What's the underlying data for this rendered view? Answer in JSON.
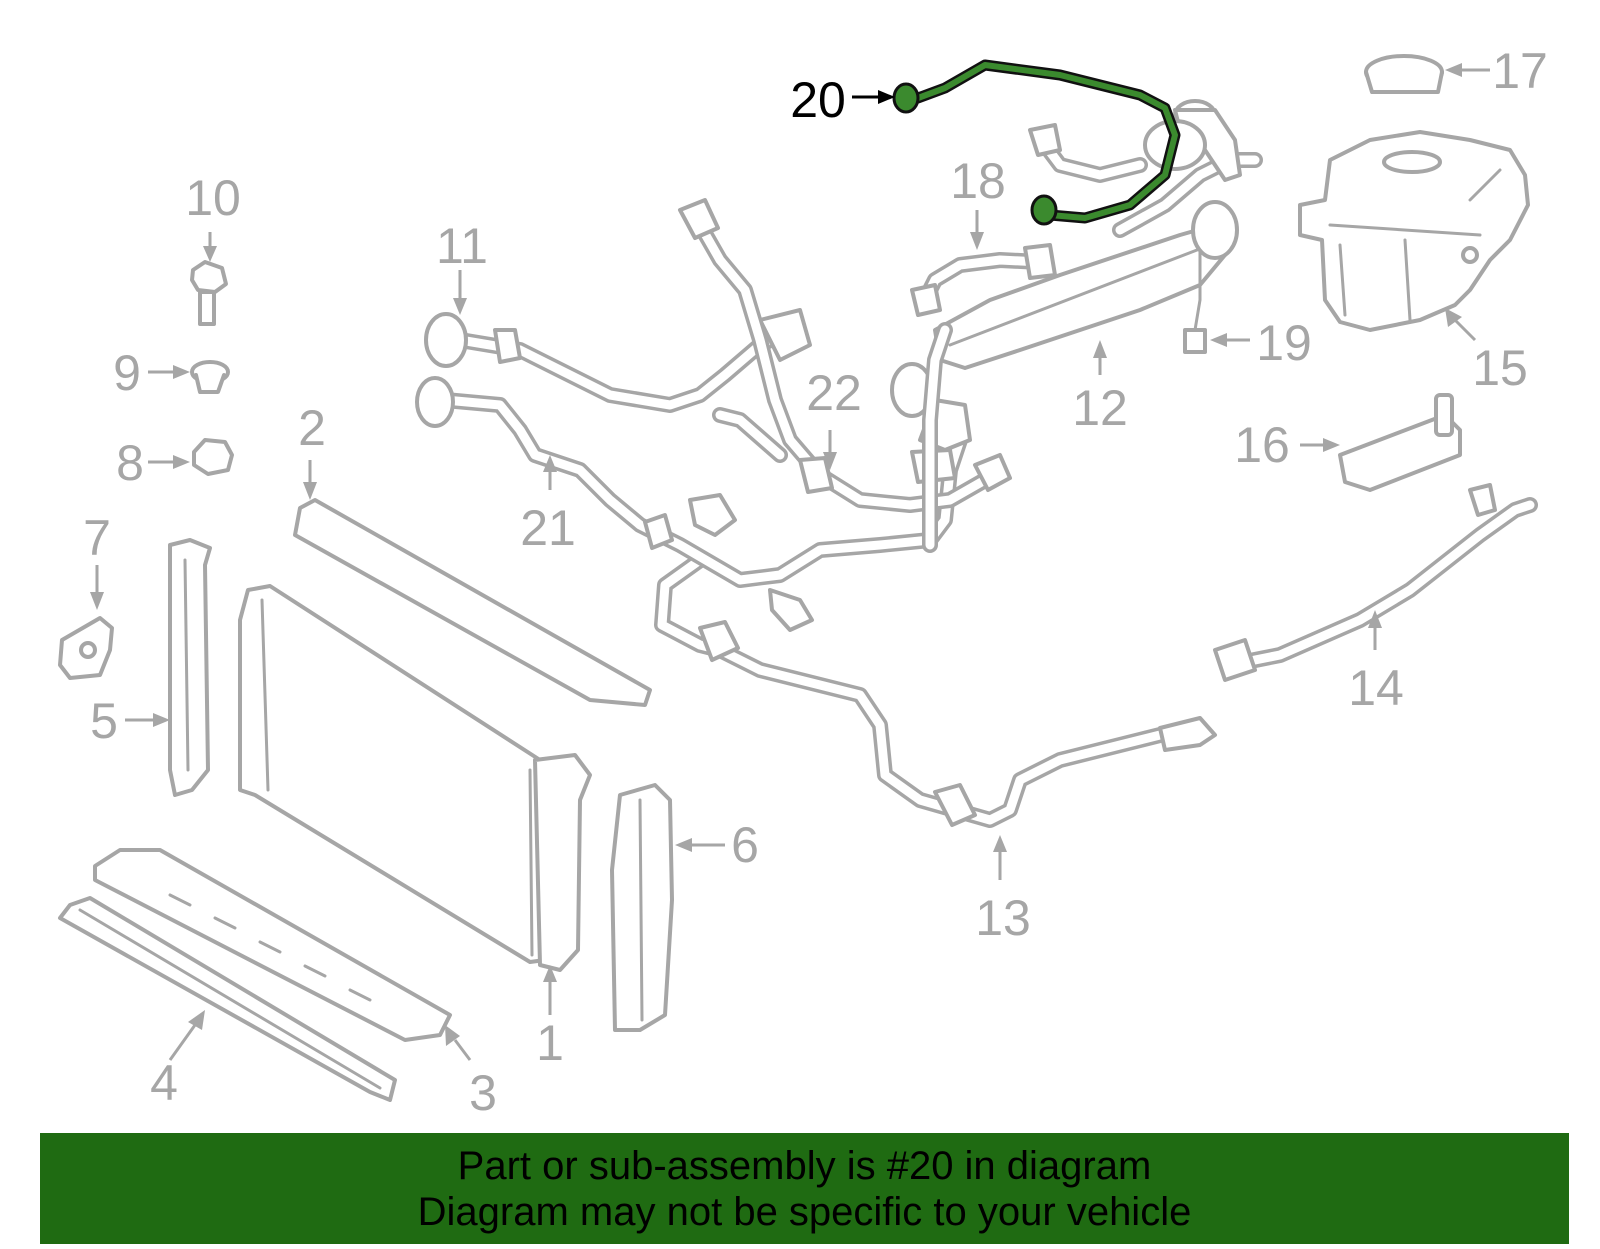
{
  "diagram": {
    "highlighted_part": "20",
    "callouts": [
      "1",
      "2",
      "3",
      "4",
      "5",
      "6",
      "7",
      "8",
      "9",
      "10",
      "11",
      "12",
      "13",
      "14",
      "15",
      "16",
      "17",
      "18",
      "19",
      "20",
      "21",
      "22"
    ]
  },
  "banner": {
    "line1": "Part or sub-assembly is #20 in diagram",
    "line2": "Diagram may not be specific to your vehicle",
    "color": "#1f6b12"
  },
  "colors": {
    "part_outline": "#a6a6a6",
    "highlight_hose": "#3b8a2e",
    "highlight_label": "#000000"
  }
}
